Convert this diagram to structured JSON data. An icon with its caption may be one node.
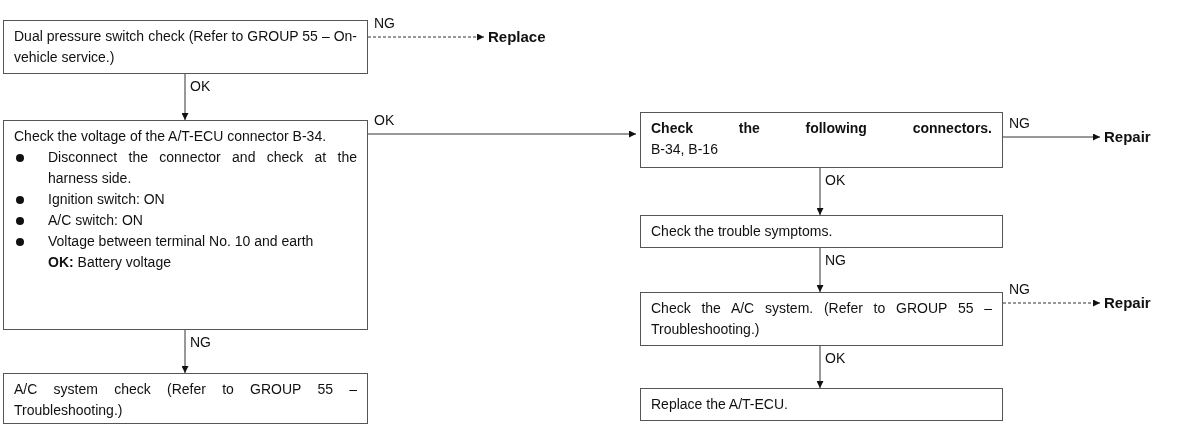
{
  "diagram": {
    "nodes": [
      {
        "text": [
          "Dual pressure switch check (Refer to GROUP 55 – On-vehicle service.)"
        ]
      },
      {
        "text": [
          "Replace"
        ]
      },
      {
        "text": [
          "Check the voltage of the A/T-ECU connector B-34.",
          "Disconnect the connector and check at the harness side.",
          "Ignition switch: ON",
          "A/C switch: ON",
          "Voltage between terminal No. 10 and earth",
          "**OK:** Battery voltage"
        ]
      },
      {
        "text": [
          "A/C system check (Refer to GROUP 55 – Troubleshooting.)"
        ]
      },
      {
        "text": [
          "Check the following connectors.",
          "B-34, B-16"
        ]
      },
      {
        "text": [
          "Repair"
        ]
      },
      {
        "text": [
          "Check the trouble symptoms."
        ]
      },
      {
        "text": [
          "Check the A/C system. (Refer to GROUP 55 – Troubleshooting.)"
        ]
      },
      {
        "text": [
          "Repair"
        ]
      },
      {
        "text": [
          "Replace the A/T-ECU."
        ]
      }
    ],
    "edges": [
      {
        "from": 0,
        "to": 1,
        "arrow": "to",
        "label": "NG",
        "style": "dashed"
      },
      {
        "from": 0,
        "to": 2,
        "arrow": "to",
        "label": "OK"
      },
      {
        "from": 2,
        "to": 4,
        "arrow": "to",
        "label": "OK"
      },
      {
        "from": 2,
        "to": 3,
        "arrow": "to",
        "label": "NG"
      },
      {
        "from": 4,
        "to": 5,
        "arrow": "to",
        "label": "NG"
      },
      {
        "from": 4,
        "to": 6,
        "arrow": "to",
        "label": "OK"
      },
      {
        "from": 6,
        "to": 7,
        "arrow": "to",
        "label": "NG"
      },
      {
        "from": 7,
        "to": 8,
        "arrow": "to",
        "label": "NG",
        "style": "dashed"
      },
      {
        "from": 7,
        "to": 9,
        "arrow": "to",
        "label": "OK"
      }
    ]
  }
}
